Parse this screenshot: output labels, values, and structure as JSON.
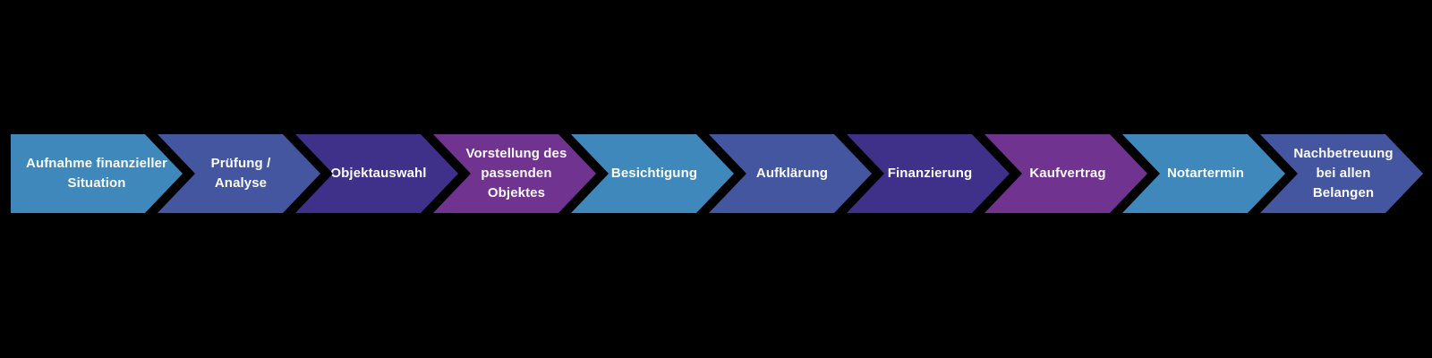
{
  "page": {
    "background_color": "#000000",
    "text_color": "#FAFAFA"
  },
  "palette": {
    "light_blue": "#3E88BC",
    "medium_blue": "#4456A0",
    "dark_purple": "#3F3189",
    "magenta_purple": "#70338F"
  },
  "process": {
    "kind": "chevron-process-flow",
    "steps": [
      {
        "label": "Aufnahme finanzieller\nSituation",
        "color": "#3E88BC"
      },
      {
        "label": "Prüfung /\nAnalyse",
        "color": "#4456A0"
      },
      {
        "label": "Objektauswahl",
        "color": "#3F3189"
      },
      {
        "label": "Vorstellung des\npassenden\nObjektes",
        "color": "#70338F"
      },
      {
        "label": "Besichtigung",
        "color": "#3E88BC"
      },
      {
        "label": "Aufklärung",
        "color": "#4456A0"
      },
      {
        "label": "Finanzierung",
        "color": "#3F3189"
      },
      {
        "label": "Kaufvertrag",
        "color": "#70338F"
      },
      {
        "label": "Notartermin",
        "color": "#3E88BC"
      },
      {
        "label": "Nachbetreuung\nbei allen\nBelangen",
        "color": "#4456A0"
      }
    ]
  }
}
